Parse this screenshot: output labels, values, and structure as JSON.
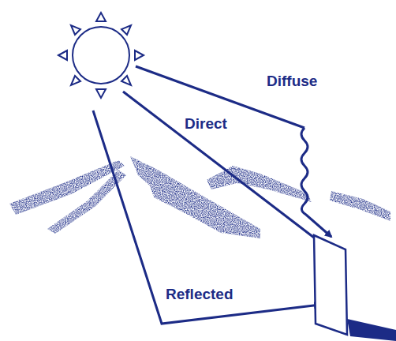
{
  "diagram": {
    "labels": [
      "Diffuse",
      "Direct",
      "Reflected"
    ]
  }
}
